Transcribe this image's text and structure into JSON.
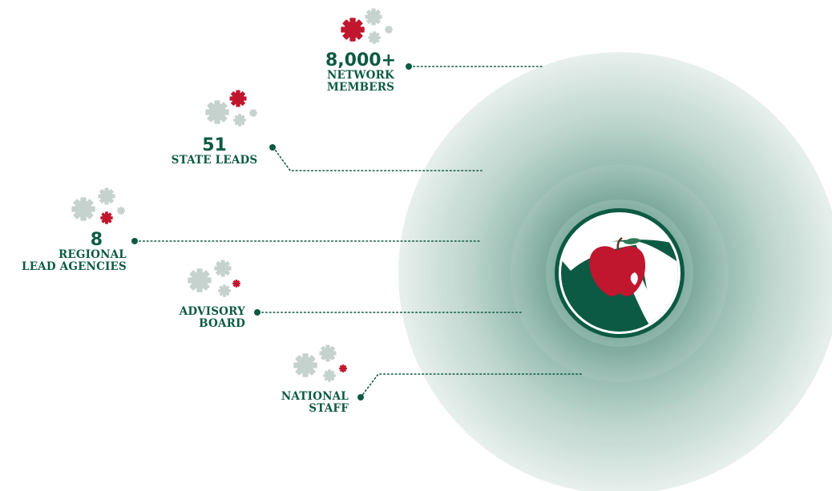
{
  "colors": {
    "green": "#0d5a44",
    "red": "#c0172f",
    "gear_gray": "#c6d2cd",
    "ring_light": "#e6efec",
    "ring_dark": "#6f9f92"
  },
  "center_icon": "apple-icon",
  "tiers": [
    {
      "id": "network-members",
      "value": "8,000+",
      "label_lines": [
        "NETWORK",
        "MEMBERS"
      ]
    },
    {
      "id": "state-leads",
      "value": "51",
      "label_lines": [
        "STATE LEADS"
      ]
    },
    {
      "id": "regional-lead-agencies",
      "value": "8",
      "label_lines": [
        "REGIONAL",
        "LEAD AGENCIES"
      ]
    },
    {
      "id": "advisory-board",
      "value": "",
      "label_lines": [
        "ADVISORY",
        "BOARD"
      ]
    },
    {
      "id": "national-staff",
      "value": "",
      "label_lines": [
        "NATIONAL",
        "STAFF"
      ]
    }
  ]
}
